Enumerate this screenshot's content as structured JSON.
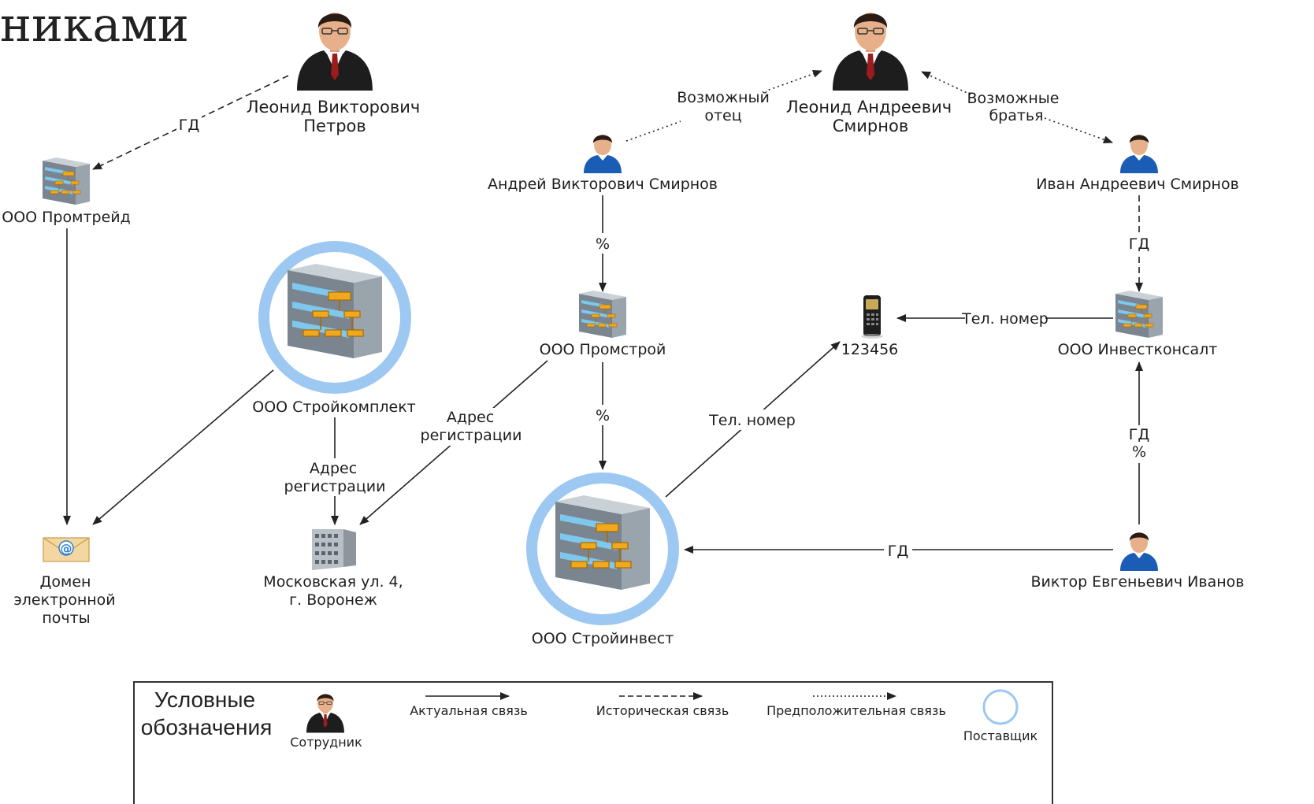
{
  "title_fragment": "никами",
  "nodes": {
    "petrov": {
      "line1": "Леонид Викторович",
      "line2": "Петров",
      "icon": "businessman-icon"
    },
    "smirnov_la": {
      "line1": "Леонид Андреевич",
      "line2": "Смирнов",
      "icon": "businessman-icon"
    },
    "smirnov_av": {
      "label": "Андрей Викторович Смирнов",
      "icon": "employee-icon"
    },
    "smirnov_ia": {
      "label": "Иван Андреевич Смирнов",
      "icon": "employee-icon"
    },
    "promtreid": {
      "label": "ООО Промтрейд",
      "icon": "office-building-icon"
    },
    "promstroi": {
      "label": "ООО Промстрой",
      "icon": "office-building-icon"
    },
    "investkonsalt": {
      "label": "ООО Инвестконсалт",
      "icon": "office-building-icon"
    },
    "phone": {
      "label": "123456",
      "icon": "phone-icon"
    },
    "stroikomplekt": {
      "label": "ООО Стройкомплект",
      "icon": "office-building-icon",
      "supplier": true
    },
    "stroiinvest": {
      "label": "ООО Стройинвест",
      "icon": "office-building-icon",
      "supplier": true
    },
    "email": {
      "line1": "Домен",
      "line2": "электронной",
      "line3": "почты",
      "icon": "email-envelope-icon"
    },
    "address": {
      "line1": "Московская ул. 4,",
      "line2": "г. Воронеж",
      "icon": "apartment-building-icon"
    },
    "ivanov": {
      "label": "Виктор Евгеньевич Иванов",
      "icon": "employee-icon"
    }
  },
  "edges": {
    "gd_petrov": "ГД",
    "father_1": "Возможный",
    "father_2": "отец",
    "brothers_1": "Возможные",
    "brothers_2": "братья",
    "pct_promstroi": "%",
    "gd_investkonsalt": "ГД",
    "tel_investkonsalt": "Тел. номер",
    "pct_stroiinvest": "%",
    "tel_stroiinvest": "Тел. номер",
    "addr_promstroi_1": "Адрес",
    "addr_promstroi_2": "регистрации",
    "addr_stroikomplekt_1": "Адрес",
    "addr_stroikomplekt_2": "регистрации",
    "gd_ivanov_1": "ГД",
    "gd_ivanov_2": "%",
    "gd_stroiinvest": "ГД"
  },
  "legend": {
    "title_1": "Условные",
    "title_2": "обозначения",
    "employee": "Сотрудник",
    "actual": "Актуальная связь",
    "historical": "Историческая связь",
    "assumed": "Предположительная связь",
    "supplier": "Поставщик"
  },
  "colors": {
    "supplier_ring": "#9cc8f2",
    "supplier_fill": "#ffffff",
    "edge": "#222222",
    "accent_orange": "#f0a81e"
  }
}
